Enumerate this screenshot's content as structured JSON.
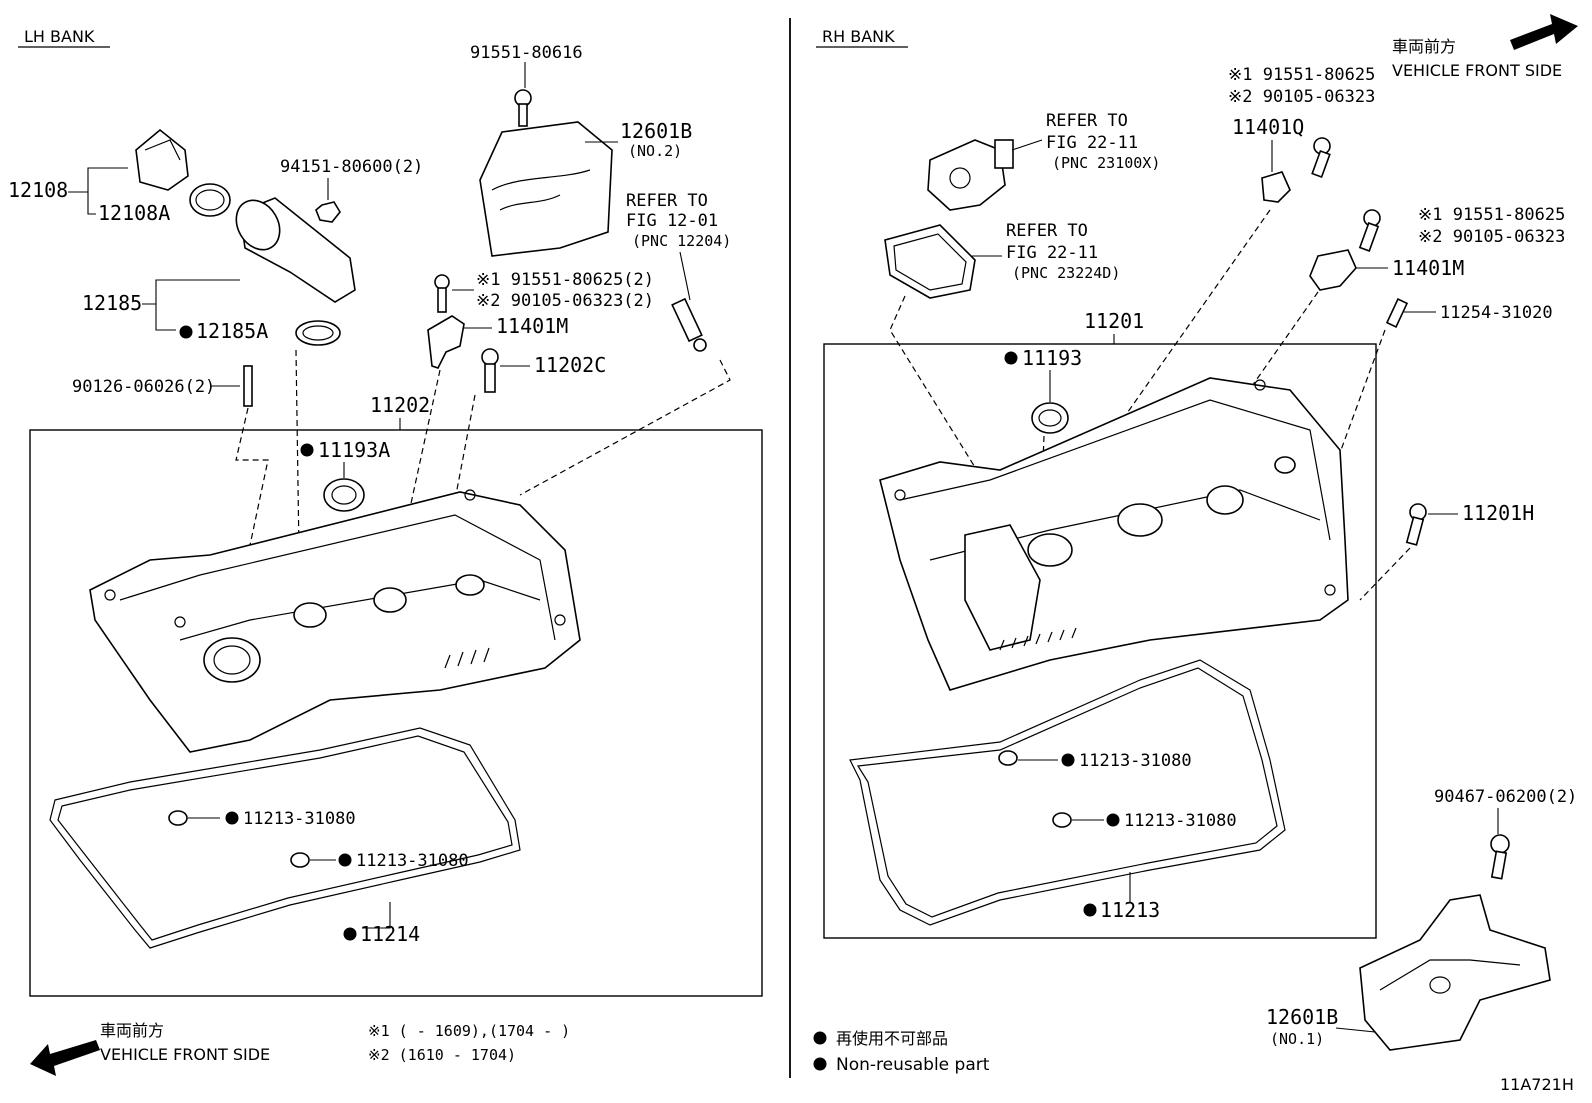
{
  "lh_bank": {
    "title": "LH BANK",
    "labels": {
      "p91551_80616": "91551-80616",
      "p12601b_no2": "12601B",
      "p12601b_no2_sub": "(NO.2)",
      "p12108": "12108",
      "p12108a": "12108A",
      "p94151": "94151-80600(2)",
      "refer_1201_l1": "REFER TO",
      "refer_1201_l2": "FIG 12-01",
      "refer_1201_l3": "(PNC 12204)",
      "p12185": "12185",
      "p12185a": "12185A",
      "bolt_note1": "※1 91551-80625(2)",
      "bolt_note2": "※2 90105-06323(2)",
      "p11401m": "11401M",
      "p11202c": "11202C",
      "p90126": "90126-06026(2)",
      "p11202": "11202",
      "p11193a": "11193A",
      "p11213_a": "11213-31080",
      "p11213_b": "11213-31080",
      "p11214": "11214"
    }
  },
  "rh_bank": {
    "title": "RH BANK",
    "labels": {
      "bolt_note1_top": "※1 91551-80625",
      "bolt_note2_top": "※2 90105-06323",
      "refer_2211a_l1": "REFER TO",
      "refer_2211a_l2": "FIG 22-11",
      "refer_2211a_l3": "(PNC 23100X)",
      "p11401q": "11401Q",
      "refer_2211b_l1": "REFER TO",
      "refer_2211b_l2": "FIG 22-11",
      "refer_2211b_l3": "(PNC 23224D)",
      "bolt_note1_mid": "※1 91551-80625",
      "bolt_note2_mid": "※2 90105-06323",
      "p11401m": "11401M",
      "p11254": "11254-31020",
      "p11201": "11201",
      "p11193": "11193",
      "p11201h": "11201H",
      "p11213_a": "11213-31080",
      "p11213_b": "11213-31080",
      "p11213": "11213",
      "p90467": "90467-06200(2)",
      "p12601b_no1": "12601B",
      "p12601b_no1_sub": "(NO.1)"
    }
  },
  "front_side_top": {
    "jp": "車両前方",
    "en": "VEHICLE FRONT SIDE"
  },
  "front_side_bottom": {
    "jp": "車両前方",
    "en": "VEHICLE FRONT SIDE"
  },
  "notes": {
    "n1": "※1 (        - 1609),(1704 -        )",
    "n2": "※2 (1610 - 1704)"
  },
  "legend": {
    "jp": "再使用不可部品",
    "en": "Non-reusable part"
  },
  "figure_id": "11A721H"
}
